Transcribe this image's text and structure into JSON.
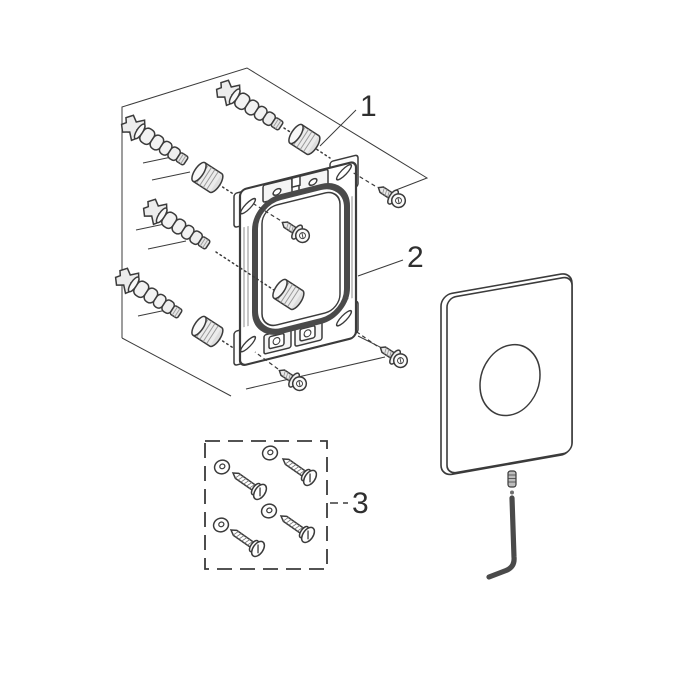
{
  "diagram": {
    "title_hidden": "",
    "callouts": [
      {
        "label": "1"
      },
      {
        "label": "2"
      },
      {
        "label": "3"
      }
    ],
    "colors": {
      "line": "#3b3b3b",
      "dark_rim": "#4a4a4a",
      "allen_key": "#4a4a4a",
      "shade": "#ececec",
      "background": "#ffffff"
    }
  }
}
